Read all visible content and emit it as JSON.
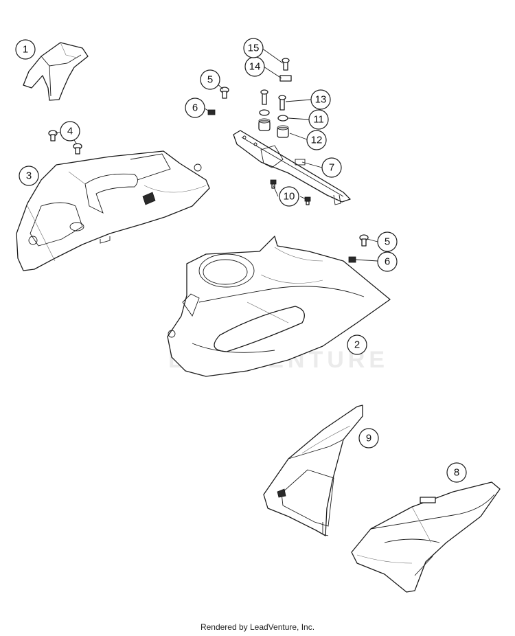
{
  "callouts": [
    {
      "id": "1",
      "label": "1"
    },
    {
      "id": "2",
      "label": "2"
    },
    {
      "id": "3",
      "label": "3"
    },
    {
      "id": "4",
      "label": "4"
    },
    {
      "id": "5a",
      "label": "5"
    },
    {
      "id": "5b",
      "label": "5"
    },
    {
      "id": "6a",
      "label": "6"
    },
    {
      "id": "6b",
      "label": "6"
    },
    {
      "id": "7",
      "label": "7"
    },
    {
      "id": "8",
      "label": "8"
    },
    {
      "id": "9",
      "label": "9"
    },
    {
      "id": "10",
      "label": "10"
    },
    {
      "id": "11",
      "label": "11"
    },
    {
      "id": "12",
      "label": "12"
    },
    {
      "id": "13",
      "label": "13"
    },
    {
      "id": "14",
      "label": "14"
    },
    {
      "id": "15",
      "label": "15"
    }
  ],
  "watermark": {
    "text": "LEADVENTURE"
  },
  "footer": {
    "credit": "Rendered by LeadVenture, Inc."
  }
}
